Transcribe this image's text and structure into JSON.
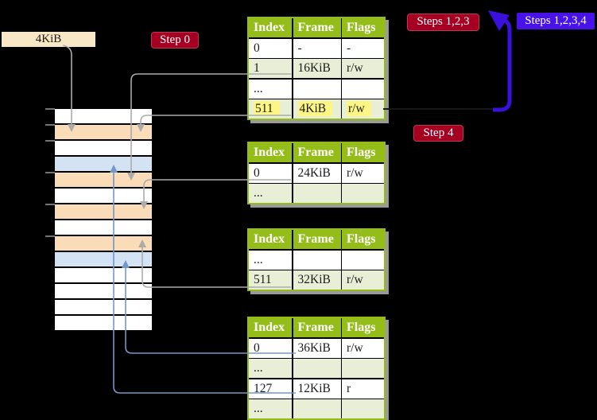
{
  "colors": {
    "background": "#000000",
    "table-header-green": "#95bd1a",
    "table-border-green": "#95bd1a",
    "row-shade-green": "#e9efd6",
    "highlight-yellow": "#fdf584",
    "chip-red": "#a50021",
    "chip-blue": "#4713e8",
    "big-arrow-blue": "#3a10dc",
    "frame-orange": "#fbdcb8",
    "page-blue": "#d4e3f4",
    "size-label-beige": "#f9e8c6",
    "connector-grey": "#ababab",
    "connector-blue": "#7397c9",
    "tick-grey": "#9c9c9c",
    "cell-text": "#1b1b1b",
    "chip-text": "#ffffff"
  },
  "labels": {
    "size": "4KiB",
    "step0": "Step 0",
    "steps123": "Steps 1,2,3",
    "steps1234": "Steps 1,2,3,4",
    "step4": "Step 4"
  },
  "page_tables": [
    {
      "name": "page-table-1",
      "columns": [
        "Index",
        "Frame",
        "Flags"
      ],
      "rows": [
        {
          "cells": [
            "0",
            "-",
            "-"
          ],
          "shaded": false,
          "highlight": false
        },
        {
          "cells": [
            "1",
            "16KiB",
            "r/w"
          ],
          "shaded": true,
          "highlight": false
        },
        {
          "cells": [
            "...",
            "",
            ""
          ],
          "shaded": false,
          "highlight": false
        },
        {
          "cells": [
            "511",
            "4KiB",
            "r/w"
          ],
          "shaded": true,
          "highlight": true
        }
      ]
    },
    {
      "name": "page-table-2",
      "columns": [
        "Index",
        "Frame",
        "Flags"
      ],
      "rows": [
        {
          "cells": [
            "0",
            "24KiB",
            "r/w"
          ],
          "shaded": false,
          "highlight": false
        },
        {
          "cells": [
            "...",
            "",
            ""
          ],
          "shaded": true,
          "highlight": false
        }
      ]
    },
    {
      "name": "page-table-3",
      "columns": [
        "Index",
        "Frame",
        "Flags"
      ],
      "rows": [
        {
          "cells": [
            "...",
            "",
            ""
          ],
          "shaded": false,
          "highlight": false
        },
        {
          "cells": [
            "511",
            "32KiB",
            "r/w"
          ],
          "shaded": true,
          "highlight": false
        }
      ]
    },
    {
      "name": "page-table-4",
      "columns": [
        "Index",
        "Frame",
        "Flags"
      ],
      "rows": [
        {
          "cells": [
            "0",
            "36KiB",
            "r/w"
          ],
          "shaded": false,
          "highlight": false
        },
        {
          "cells": [
            "...",
            "",
            ""
          ],
          "shaded": true,
          "highlight": false
        },
        {
          "cells": [
            "127",
            "12KiB",
            "r"
          ],
          "shaded": false,
          "highlight": false
        },
        {
          "cells": [
            "...",
            "",
            ""
          ],
          "shaded": true,
          "highlight": false
        }
      ]
    }
  ],
  "memory_strip": {
    "rows": [
      "free",
      "frame",
      "free",
      "page",
      "frame",
      "free",
      "frame",
      "free",
      "frame",
      "page",
      "free",
      "free",
      "free",
      "free"
    ],
    "ticks_y": [
      137,
      157,
      177,
      217,
      257,
      297
    ]
  }
}
